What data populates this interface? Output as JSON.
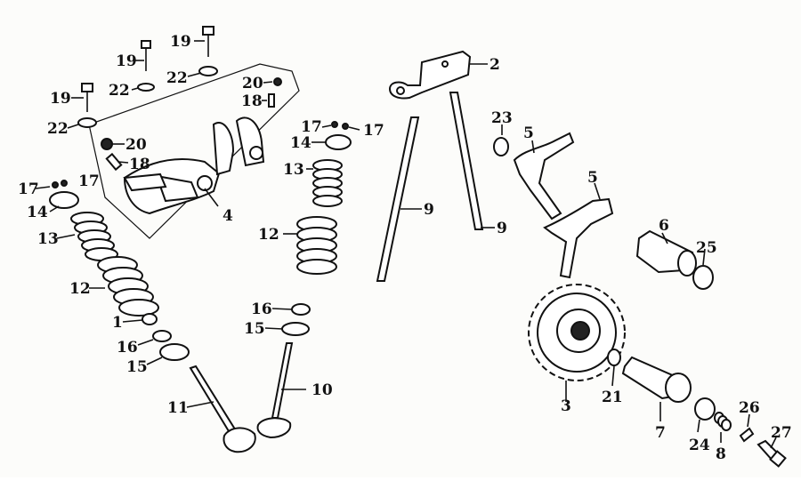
{
  "callouts": [
    {
      "id": "c1",
      "text": "1"
    },
    {
      "id": "c2",
      "text": "2"
    },
    {
      "id": "c3",
      "text": "3"
    },
    {
      "id": "c4",
      "text": "4"
    },
    {
      "id": "c5a",
      "text": "5"
    },
    {
      "id": "c5b",
      "text": "5"
    },
    {
      "id": "c6",
      "text": "6"
    },
    {
      "id": "c7",
      "text": "7"
    },
    {
      "id": "c8",
      "text": "8"
    },
    {
      "id": "c9a",
      "text": "9"
    },
    {
      "id": "c9b",
      "text": "9"
    },
    {
      "id": "c10",
      "text": "10"
    },
    {
      "id": "c11",
      "text": "11"
    },
    {
      "id": "c12a",
      "text": "12"
    },
    {
      "id": "c12b",
      "text": "12"
    },
    {
      "id": "c13a",
      "text": "13"
    },
    {
      "id": "c13b",
      "text": "13"
    },
    {
      "id": "c14a",
      "text": "14"
    },
    {
      "id": "c14b",
      "text": "14"
    },
    {
      "id": "c15a",
      "text": "15"
    },
    {
      "id": "c15b",
      "text": "15"
    },
    {
      "id": "c16a",
      "text": "16"
    },
    {
      "id": "c16b",
      "text": "16"
    },
    {
      "id": "c17a",
      "text": "17"
    },
    {
      "id": "c17b",
      "text": "17"
    },
    {
      "id": "c17c",
      "text": "17"
    },
    {
      "id": "c17d",
      "text": "17"
    },
    {
      "id": "c18a",
      "text": "18"
    },
    {
      "id": "c18b",
      "text": "18"
    },
    {
      "id": "c19a",
      "text": "19"
    },
    {
      "id": "c19b",
      "text": "19"
    },
    {
      "id": "c19c",
      "text": "19"
    },
    {
      "id": "c20a",
      "text": "20"
    },
    {
      "id": "c20b",
      "text": "20"
    },
    {
      "id": "c21",
      "text": "21"
    },
    {
      "id": "c22a",
      "text": "22"
    },
    {
      "id": "c22b",
      "text": "22"
    },
    {
      "id": "c22c",
      "text": "22"
    },
    {
      "id": "c23",
      "text": "23"
    },
    {
      "id": "c24",
      "text": "24"
    },
    {
      "id": "c25",
      "text": "25"
    },
    {
      "id": "c26",
      "text": "26"
    },
    {
      "id": "c27",
      "text": "27"
    }
  ],
  "colors": {
    "ink": "#111111",
    "paper": "#fcfcfa"
  }
}
